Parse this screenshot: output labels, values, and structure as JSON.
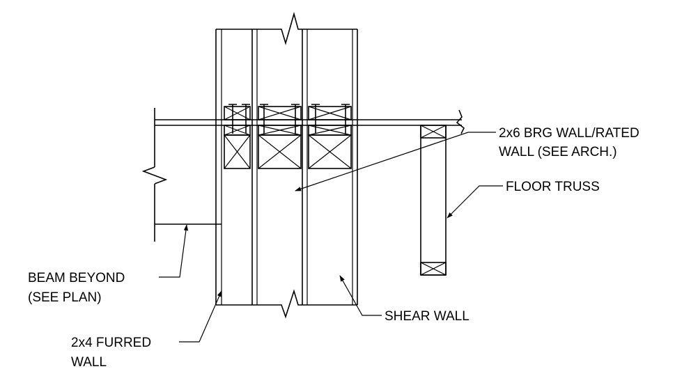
{
  "labels": {
    "brg_wall_line1": "2x6 BRG WALL/RATED",
    "brg_wall_line2": "WALL (SEE ARCH.)",
    "floor_truss": "FLOOR TRUSS",
    "beam_beyond_line1": "BEAM BEYOND",
    "beam_beyond_line2": "(SEE PLAN)",
    "shear_wall": "SHEAR WALL",
    "furred_wall_line1": "2x4 FURRED",
    "furred_wall_line2": "WALL"
  }
}
